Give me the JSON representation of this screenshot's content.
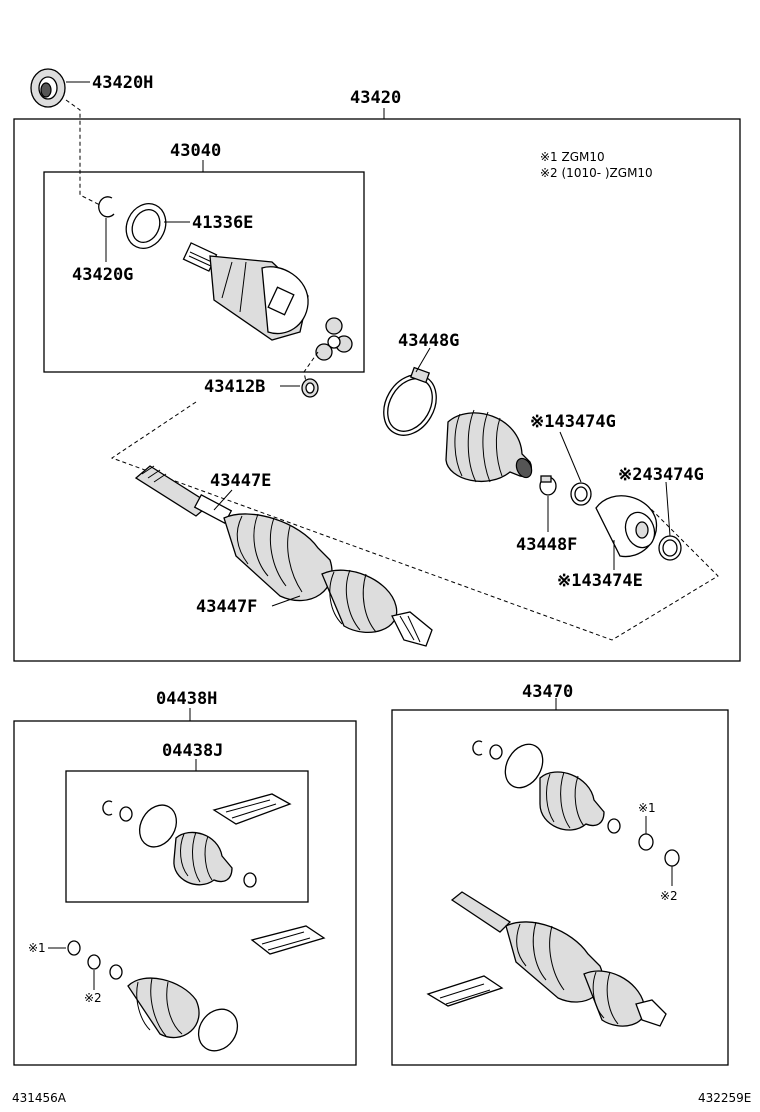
{
  "labels": {
    "p43420H": "43420H",
    "p43420": "43420",
    "p43040": "43040",
    "p41336E": "41336E",
    "p43420G": "43420G",
    "p43448G": "43448G",
    "p43412B": "43412B",
    "p43474G_1": "※143474G",
    "p43474G_2": "※243474G",
    "p43447E": "43447E",
    "p43448F": "43448F",
    "p43474E": "※143474E",
    "p43447F": "43447F",
    "p04438H": "04438H",
    "p04438J": "04438J",
    "p43470": "43470",
    "mk1_left": "※1",
    "mk2_left": "※2",
    "mk1_right": "※1",
    "mk2_right": "※2"
  },
  "notes": {
    "line1": "※1 ZGM10",
    "line2": "※2 (1010-      )ZGM10"
  },
  "codes": {
    "left": "431456A",
    "right": "432259E"
  }
}
